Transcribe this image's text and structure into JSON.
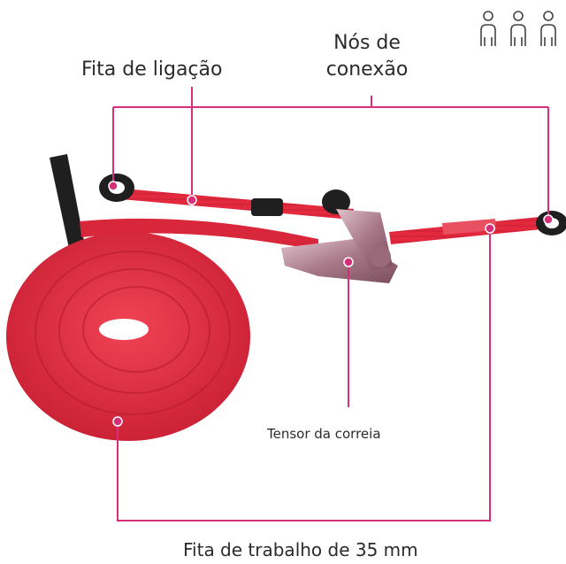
{
  "labels": {
    "binding_strap": "Fita de ligação",
    "connection_knots_line1": "Nós de",
    "connection_knots_line2": "conexão",
    "ratchet": "Tensor da correia",
    "work_strap": "Fita de trabalho de 35 mm"
  },
  "persons_icon_count": 3,
  "colors": {
    "callout": "#d6307a",
    "strap": "#e3293d",
    "strap_dark": "#b81d2e",
    "ratchet_metal": "#b58a98",
    "black": "#1f1f1f"
  },
  "icons": [
    "person-icon",
    "strap-coil",
    "ratchet",
    "loop-thimble"
  ]
}
